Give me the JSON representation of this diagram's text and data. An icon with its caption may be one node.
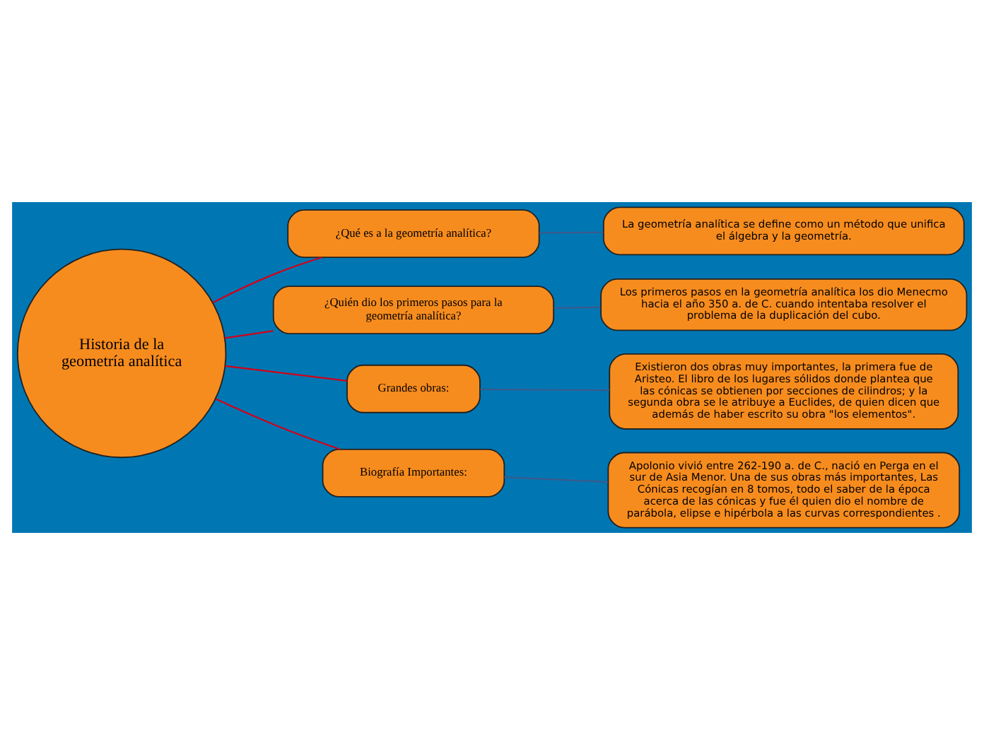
{
  "diagram": {
    "nodes": [
      {
        "text": [
          "Historia de la geometría analítica"
        ]
      },
      {
        "text": [
          "¿Qué es a la geometría analítica?"
        ]
      },
      {
        "text": [
          "La geometría analítica se define como un método que unifica el álgebra y la geometría."
        ]
      },
      {
        "text": [
          "¿Quién dio los primeros pasos para la geometría analítica?"
        ]
      },
      {
        "text": [
          "Los primeros pasos en la geometría analítica los dio Menecmo hacia el año 350 a. de C. cuando intentaba resolver el problema de la duplicación del cubo."
        ]
      },
      {
        "text": [
          "Grandes obras:"
        ]
      },
      {
        "text": [
          "Existieron dos obras muy importantes, la primera fue de Aristeo. El libro de los lugares sólidos donde plantea que las cónicas se obtienen por secciones de cilindros; y la segunda obra se le atribuye a Euclides, de quien dicen que además de haber escrito su obra \"los elementos\"."
        ]
      },
      {
        "text": [
          "Biografía Importantes:"
        ]
      },
      {
        "text": [
          "Apolonio vivió entre 262-190 a. de C., nació en Perga en el sur de Asia Menor. Una de sus obras más importantes, Las Cónicas recogían en 8 tomos, todo el saber de la época acerca de las cónicas y fue él quien dio el nombre de parábola, elipse e hipérbola a las curvas correspondientes ."
        ]
      }
    ],
    "edges": [
      {
        "from": 0,
        "to": 1,
        "arrow": "none"
      },
      {
        "from": 1,
        "to": 2,
        "arrow": "none",
        "color": "#3a5a8c"
      },
      {
        "from": 0,
        "to": 3,
        "arrow": "none"
      },
      {
        "from": 3,
        "to": 4,
        "arrow": "none",
        "color": "#3a5a8c"
      },
      {
        "from": 0,
        "to": 5,
        "arrow": "none"
      },
      {
        "from": 5,
        "to": 6,
        "arrow": "none",
        "color": "#3a5a8c"
      },
      {
        "from": 0,
        "to": 7,
        "arrow": "none"
      },
      {
        "from": 7,
        "to": 8,
        "arrow": "none",
        "color": "#3a5a8c"
      }
    ]
  }
}
